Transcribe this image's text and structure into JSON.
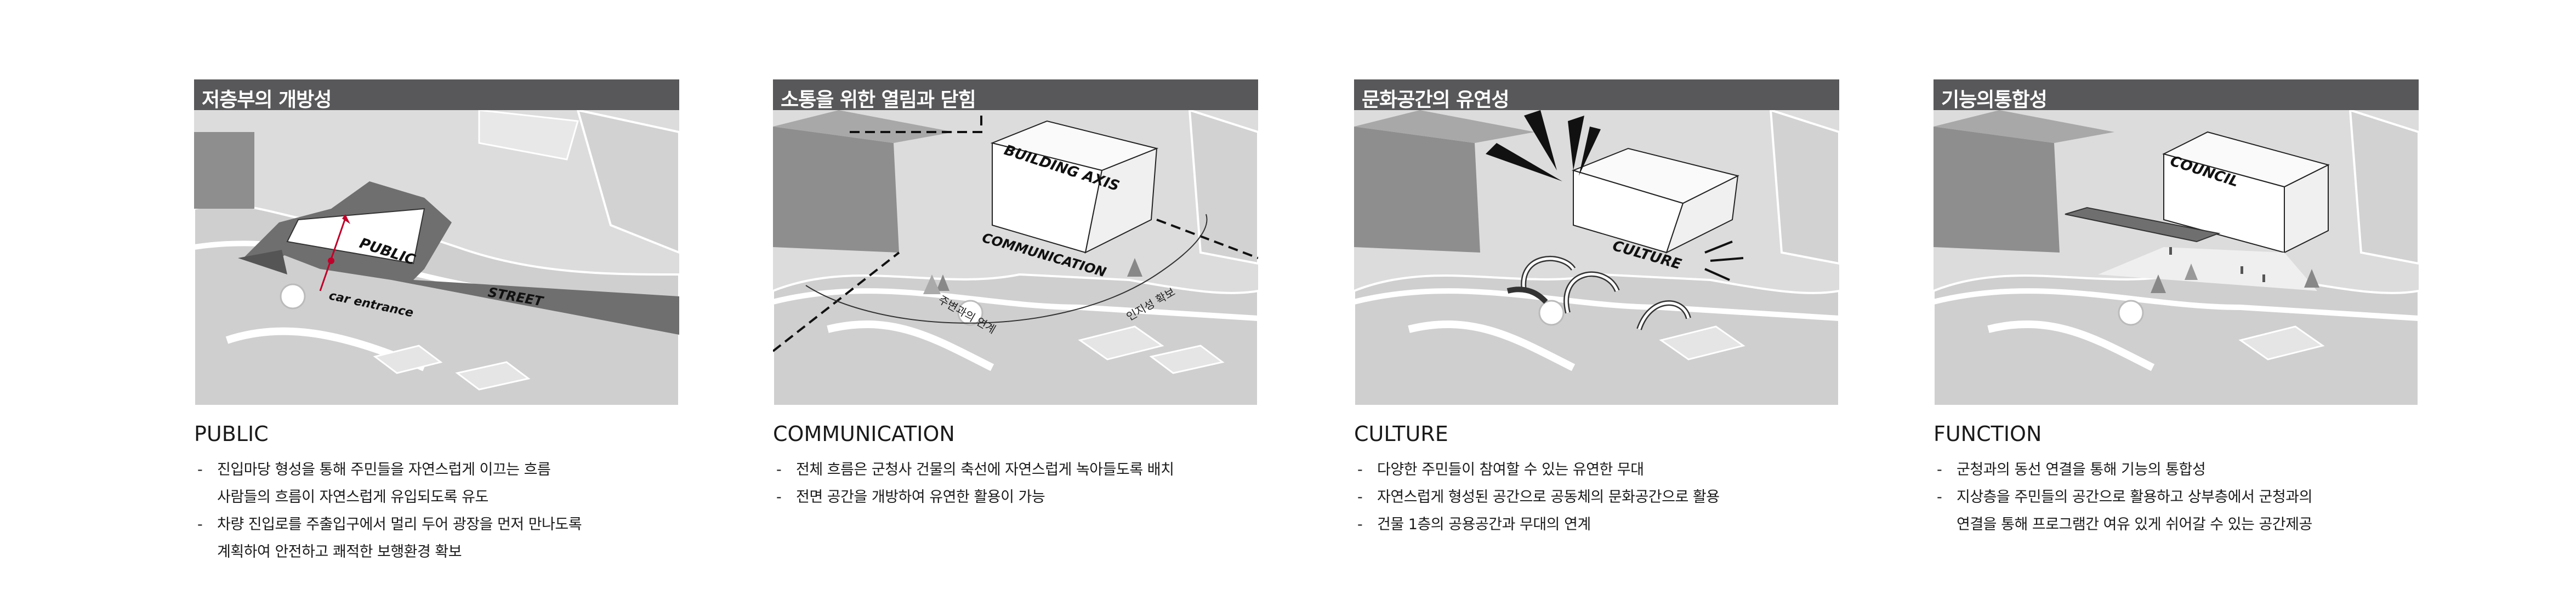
{
  "panels": [
    {
      "title": "저층부의 개방성",
      "heading": "PUBLIC",
      "bullets": [
        "진입마당 형성을 통해 주민들을 자연스럽게 이끄는 흐름\n사람들의 흐름이 자연스럽게 유입되도록 유도",
        "차량 진입로를 주출입구에서 멀리 두어 광장을 먼저 만나도록\n계획하여 안전하고 쾌적한 보행환경 확보"
      ],
      "labels": {
        "building": "PUBLIC",
        "street": "STREET",
        "entrance": "car entrance"
      }
    },
    {
      "title": "소통을 위한 열림과 닫힘",
      "heading": "COMMUNICATION",
      "bullets": [
        "전체 흐름은 군청사 건물의 축선에 자연스럽게 녹아들도록 배치",
        "전면 공간을 개방하여 유연한 활용이 가능"
      ],
      "labels": {
        "axis": "BUILDING AXIS",
        "comm": "COMMUNICATION",
        "link": "주변과의 연계",
        "recog": "인지성 확보"
      }
    },
    {
      "title": "문화공간의 유연성",
      "heading": "CULTURE",
      "bullets": [
        "다양한 주민들이 참여할 수 있는 유연한 무대",
        "자연스럽게 형성된 공간으로 공동체의 문화공간으로 활용",
        "건물 1층의 공용공간과 무대의 연계"
      ],
      "labels": {
        "culture": "CULTURE"
      }
    },
    {
      "title": "기능의통합성",
      "heading": "FUNCTION",
      "bullets": [
        "군청과의 동선 연결을 통해 기능의 통합성",
        "지상층을 주민들의 공간으로 활용하고 상부층에서 군청과의\n연결을 통해 프로그램간 여유 있게 쉬어갈 수 있는 공간제공"
      ],
      "labels": {
        "council": "COUNCIL"
      }
    }
  ]
}
